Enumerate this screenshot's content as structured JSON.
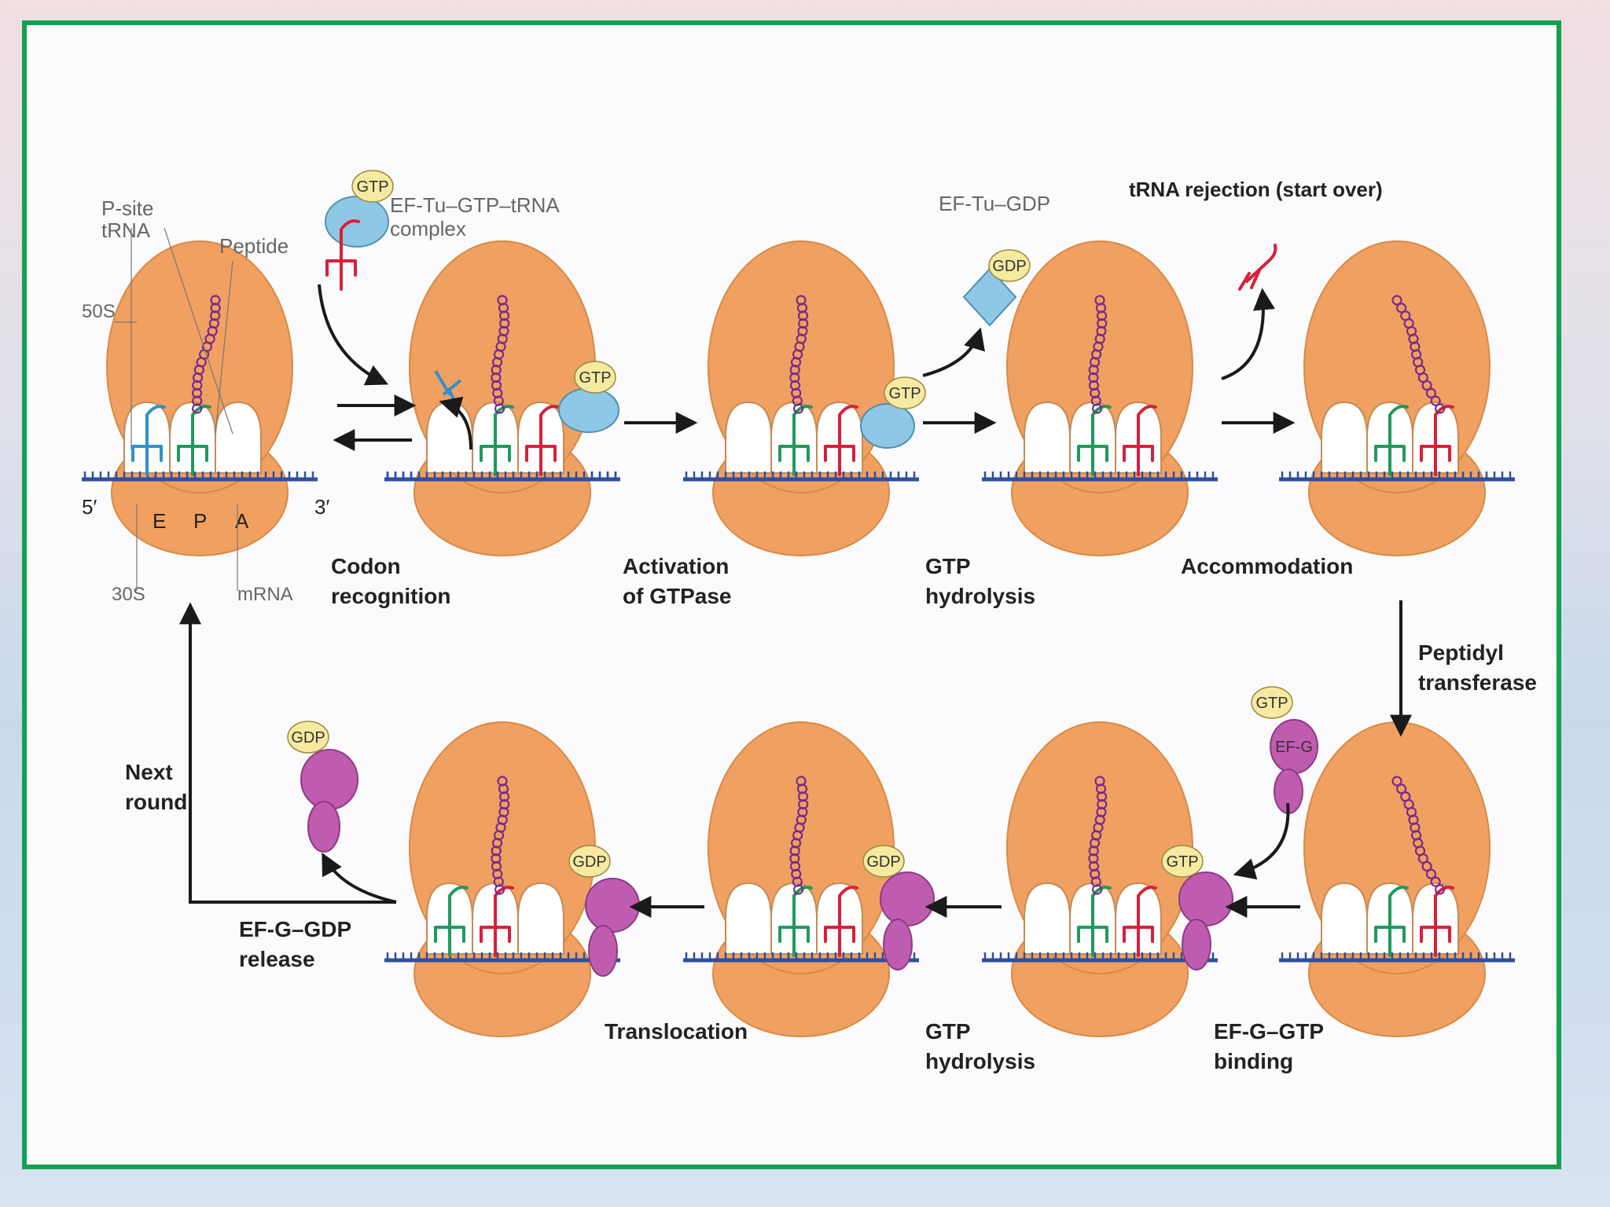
{
  "labels": {
    "psite_trna": [
      "P-site",
      "tRNA"
    ],
    "peptide": "Peptide",
    "s50": "50S",
    "s30": "30S",
    "mrna": "mRNA",
    "five": "5′",
    "three": "3′",
    "e": "E",
    "p": "P",
    "a": "A",
    "ef_tu_complex": [
      "EF-Tu–GTP–tRNA",
      "complex"
    ],
    "ef_tu_gdp": "EF-Tu–GDP",
    "trna_rejection": "tRNA rejection (start over)",
    "gtp": "GTP",
    "gdp": "GDP",
    "ef_g": "EF-G"
  },
  "steps": {
    "codon_recognition": [
      "Codon",
      "recognition"
    ],
    "activation": [
      "Activation",
      "of GTPase"
    ],
    "gtp_hydrolysis_1": [
      "GTP",
      "hydrolysis"
    ],
    "accommodation": "Accommodation",
    "peptidyl_transferase": [
      "Peptidyl",
      "transferase"
    ],
    "ef_g_gtp_binding": [
      "EF-G–GTP",
      "binding"
    ],
    "gtp_hydrolysis_2": [
      "GTP",
      "hydrolysis"
    ],
    "translocation": "Translocation",
    "ef_g_gdp_release": [
      "EF-G–GDP",
      "release"
    ],
    "next_round": [
      "Next",
      "round"
    ]
  },
  "colors": {
    "ribosome": "#f0a060",
    "ribosome_edge": "#d88a45",
    "mrna": "#2d4fa0",
    "trna_e": "#2f8fd0",
    "trna_p": "#1f9a5a",
    "trna_a": "#d8203a",
    "peptide": "#7a2a8a",
    "ef_tu": "#8fc8e6",
    "ef_g": "#c05cb0",
    "pill": "#f6eaa0",
    "frame": "#12a150"
  }
}
